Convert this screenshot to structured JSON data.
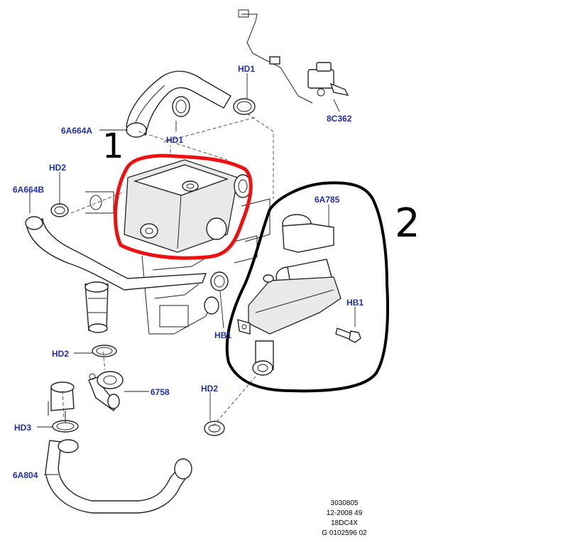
{
  "callouts": {
    "hd1_top": "HD1",
    "hd1_clamp": "HD1",
    "c8c362": "8C362",
    "a6a664a": "6A664A",
    "hd2_left": "HD2",
    "a6a664b": "6A664B",
    "a6a785": "6A785",
    "hb1_right": "HB1",
    "hb1_lower": "HB1",
    "hd2_bottom_left": "HD2",
    "p6758": "6758",
    "hd2_bottom_right": "HD2",
    "hd3": "HD3",
    "a6a804": "6A804"
  },
  "handwritten": {
    "one": "1",
    "two": "2"
  },
  "reference": {
    "line1": "3030805",
    "line2": "12-2008 49",
    "line3": "18DC4X",
    "line4": "G 0102596 02"
  },
  "colors": {
    "label": "#1f2fa8",
    "highlight_red": "#ee1111",
    "highlight_black": "#000000"
  }
}
